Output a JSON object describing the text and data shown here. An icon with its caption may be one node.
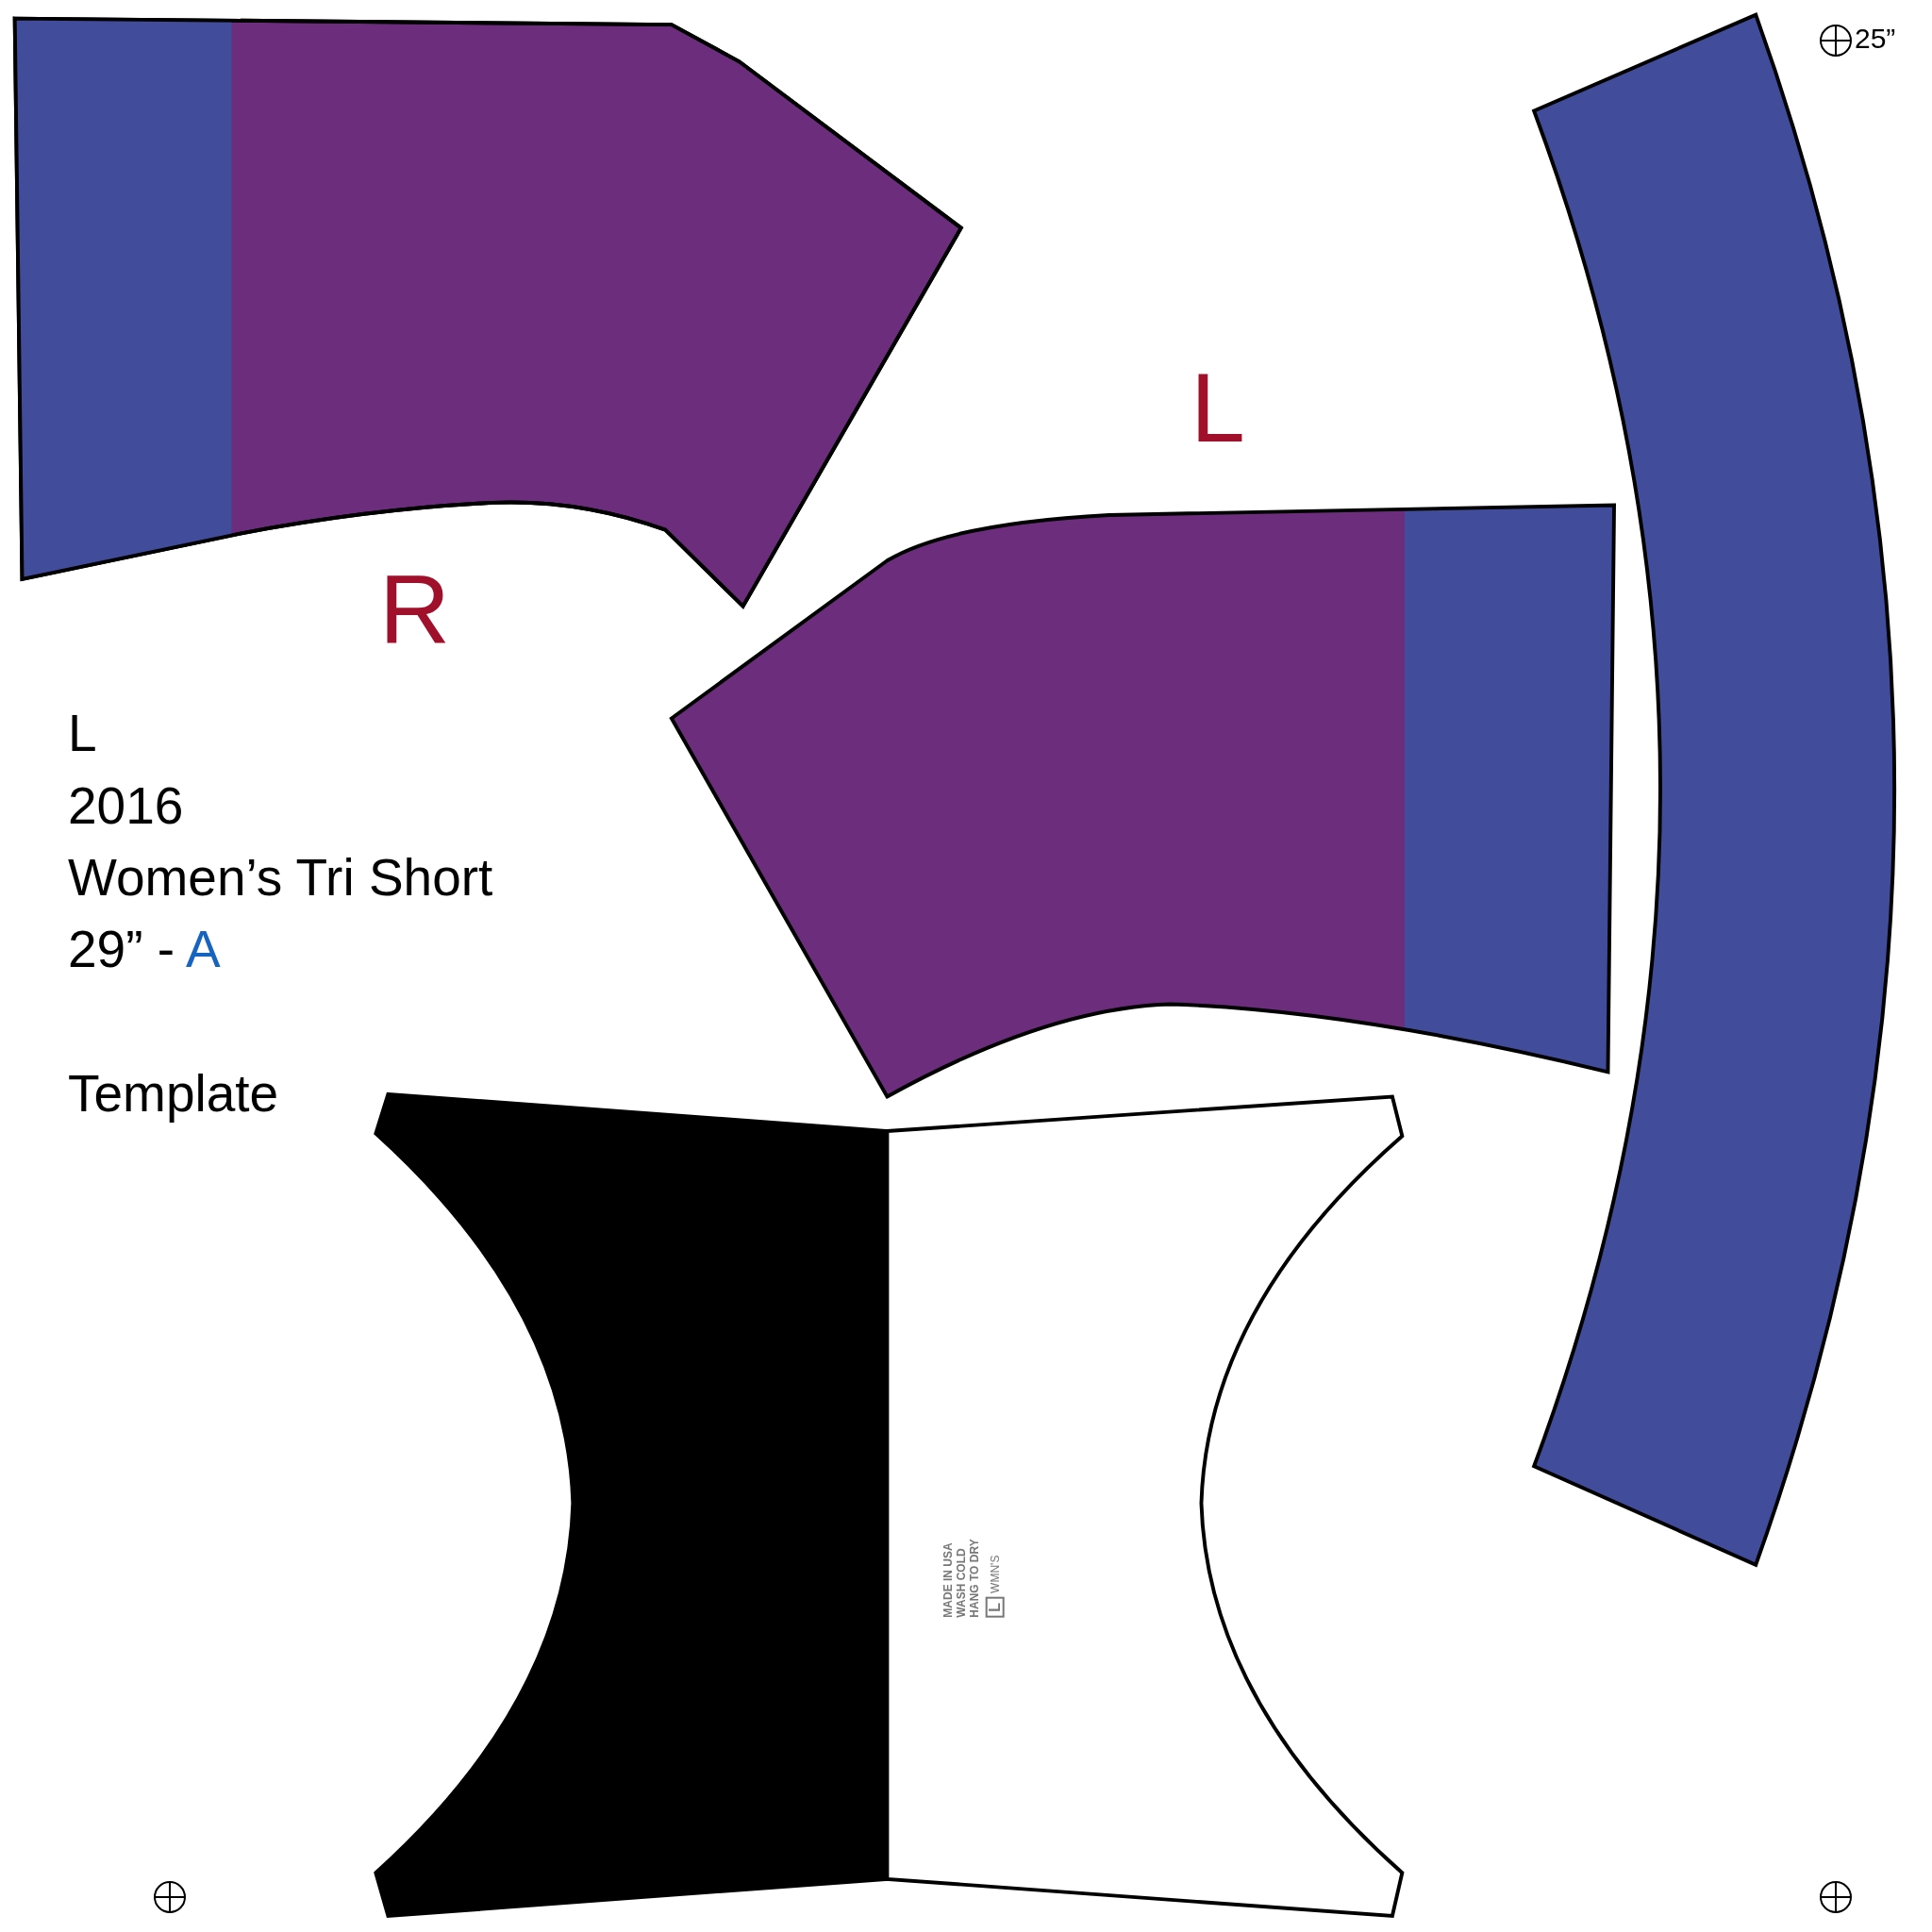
{
  "diagram": {
    "labels": [
      "25”",
      "L",
      "R",
      "L",
      "2016",
      "Women’s Tri Short",
      "29” -",
      "A",
      "Template",
      "MADE IN USA",
      "WASH COLD",
      "HANG TO DRY",
      "L",
      "WMN'S"
    ]
  }
}
